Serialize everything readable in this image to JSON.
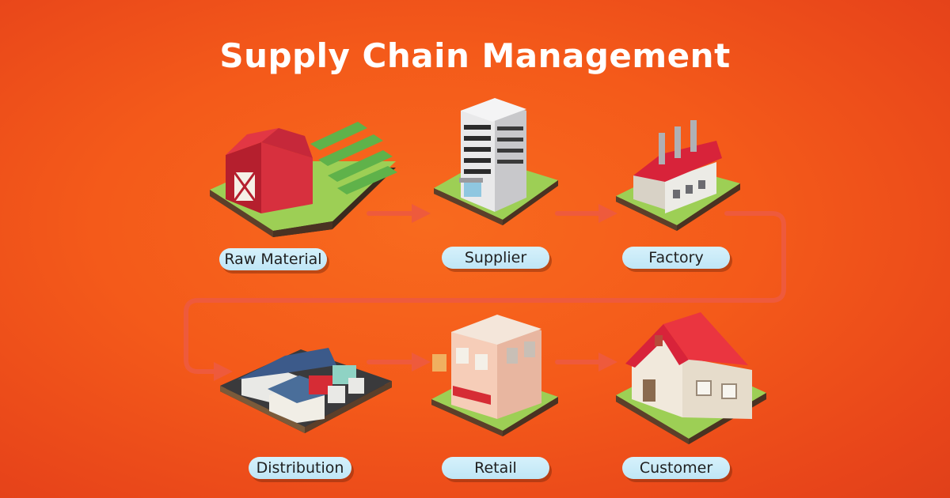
{
  "title": "Supply Chain Management",
  "stages": [
    {
      "label": "Raw Material"
    },
    {
      "label": "Supplier"
    },
    {
      "label": "Factory"
    },
    {
      "label": "Distribution"
    },
    {
      "label": "Retail"
    },
    {
      "label": "Customer"
    }
  ],
  "colors": {
    "background": "#f45a1a",
    "arrow": "#ee5a3c",
    "label_bg": "#c9ecf8",
    "grass": "#9bd14a"
  }
}
